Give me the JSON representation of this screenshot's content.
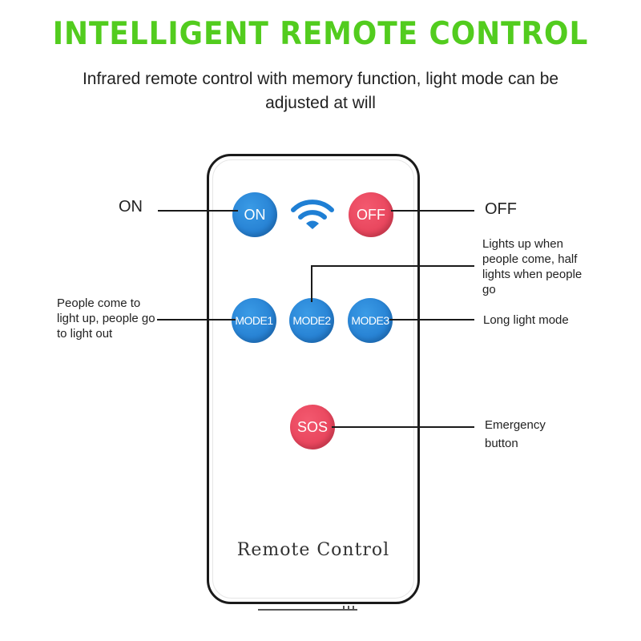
{
  "header": {
    "title": "INTELLIGENT REMOTE CONTROL",
    "subtitle": "Infrared remote control with memory function, light mode can be adjusted at will"
  },
  "colors": {
    "title": "#52cc1e",
    "button_blue": "#1f7fd4",
    "button_red": "#ea4a60"
  },
  "remote": {
    "label": "Remote Control",
    "buttons": {
      "on": "ON",
      "off": "OFF",
      "mode1": "MODE1",
      "mode2": "MODE2",
      "mode3": "MODE3",
      "sos": "SOS"
    },
    "signal_icon": "wifi-signal-icon"
  },
  "callouts": {
    "on": "ON",
    "off": "OFF",
    "mode1": "People come to light up, people go to light out",
    "mode2": "Lights up when people come, half lights when people go",
    "mode3": "Long light mode",
    "sos": "Emergency button"
  }
}
